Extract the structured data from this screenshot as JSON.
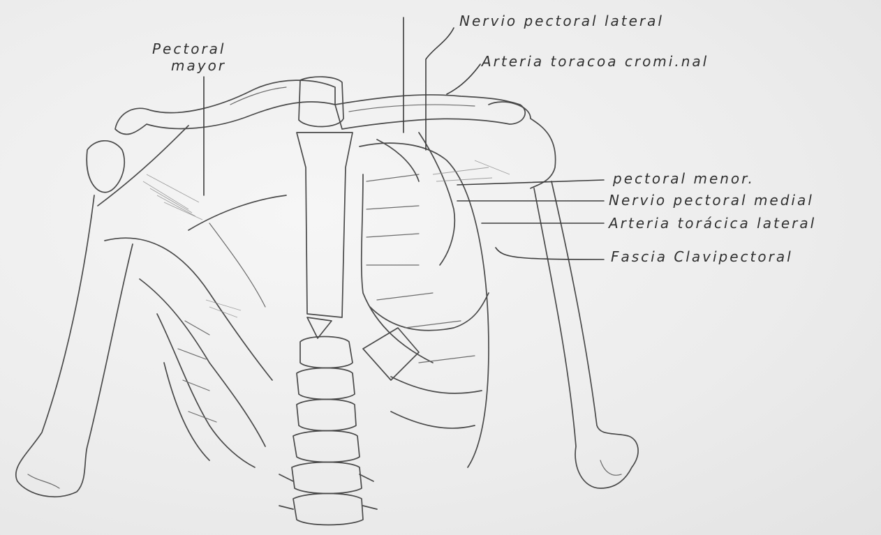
{
  "labels": {
    "pectoral_mayor_line1": "Pectoral",
    "pectoral_mayor_line2": "mayor",
    "nervio_pectoral_lateral": "Nervio pectoral lateral",
    "arteria_toracoacromial": "Arteria toracoa cromi.nal",
    "pectoral_menor": "pectoral menor.",
    "nervio_pectoral_medial": "Nervio pectoral medial",
    "arteria_toracica_lateral": "Arteria torácica lateral",
    "fascia_clavipectoral": "Fascia Clavipectoral"
  },
  "colors": {
    "paper": "#efefef",
    "pencil": "#4a4a4a"
  }
}
